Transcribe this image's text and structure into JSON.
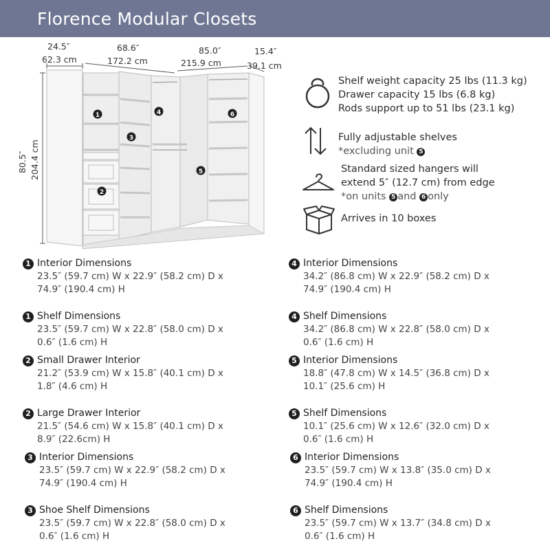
{
  "header": {
    "title": "Florence Modular Closets"
  },
  "dimensions": {
    "w1_in": "24.5″",
    "w1_cm": "62.3 cm",
    "w2_in": "68.6″",
    "w2_cm": "172.2 cm",
    "w3_in": "85.0″",
    "w3_cm": "215.9 cm",
    "w4_in": "15.4″",
    "w4_cm": "39.1 cm",
    "h_in": "80.5″",
    "h_cm": "204.4 cm"
  },
  "unit_markers": [
    "1",
    "2",
    "3",
    "4",
    "5",
    "6"
  ],
  "features": {
    "capacity": {
      "icon": "kettlebell-icon",
      "line1": "Shelf weight capacity 25 lbs (11.3 kg)",
      "line2": "Drawer capacity 15 lbs (6.8 kg)",
      "line3": "Rods support up to 51 lbs (23.1 kg)"
    },
    "adjustable": {
      "icon": "up-down-arrows-icon",
      "line1": "Fully adjustable shelves",
      "note": "*excluding unit",
      "note_unit": "5"
    },
    "hangers": {
      "icon": "hanger-icon",
      "line1": "Standard sized hangers will",
      "line2": "extend 5″ (12.7 cm) from edge",
      "note_a": "*on units",
      "unit_a": "5",
      "note_and": "and",
      "unit_b": "6",
      "note_only": "only"
    },
    "boxes": {
      "icon": "box-icon",
      "line1": "Arrives in 10 boxes"
    }
  },
  "specs_left": [
    {
      "num": "1",
      "title": "Interior Dimensions",
      "line1": "23.5″ (59.7 cm) W x 22.9″ (58.2 cm) D x",
      "line2": "74.9″ (190.4 cm) H"
    },
    {
      "num": "1",
      "title": "Shelf Dimensions",
      "line1": "23.5″ (59.7 cm) W x 22.8″ (58.0 cm) D x",
      "line2": "0.6″ (1.6 cm) H"
    },
    {
      "num": "2",
      "title": "Small Drawer Interior",
      "line1": "21.2″ (53.9 cm) W x 15.8″ (40.1 cm) D x",
      "line2": "1.8″ (4.6 cm) H"
    },
    {
      "num": "2",
      "title": "Large Drawer Interior",
      "line1": "21.5″ (54.6 cm) W x 15.8″ (40.1 cm) D x",
      "line2": "8.9″ (22.6cm) H"
    },
    {
      "num": "3",
      "title": "Interior Dimensions",
      "line1": "23.5″ (59.7 cm) W x 22.9″ (58.2 cm) D x",
      "line2": "74.9″ (190.4 cm) H"
    },
    {
      "num": "3",
      "title": "Shoe Shelf Dimensions",
      "line1": "23.5″ (59.7 cm) W x 22.8″ (58.0 cm) D x",
      "line2": "0.6″ (1.6 cm) H"
    }
  ],
  "specs_right": [
    {
      "num": "4",
      "title": "Interior Dimensions",
      "line1": "34.2″ (86.8 cm) W x 22.9″ (58.2 cm) D x",
      "line2": "74.9″ (190.4 cm) H"
    },
    {
      "num": "4",
      "title": "Shelf Dimensions",
      "line1": "34.2″ (86.8 cm) W x 22.8″ (58.0 cm) D x",
      "line2": "0.6″ (1.6 cm) H"
    },
    {
      "num": "5",
      "title": "Interior Dimensions",
      "line1": "18.8″ (47.8 cm) W x 14.5″ (36.8 cm) D x",
      "line2": "10.1″ (25.6 cm) H"
    },
    {
      "num": "5",
      "title": "Shelf Dimensions",
      "line1": "10.1″ (25.6 cm) W x 12.6″ (32.0 cm) D x",
      "line2": "0.6″ (1.6 cm) H"
    },
    {
      "num": "6",
      "title": "Interior Dimensions",
      "line1": "23.5″ (59.7 cm) W x 13.8″ (35.0 cm) D x",
      "line2": "74.9″ (190.4 cm) H"
    },
    {
      "num": "6",
      "title": "Shelf Dimensions",
      "line1": "23.5″ (59.7 cm) W x 13.7″ (34.8 cm) D x",
      "line2": "0.6″ (1.6 cm) H"
    }
  ]
}
